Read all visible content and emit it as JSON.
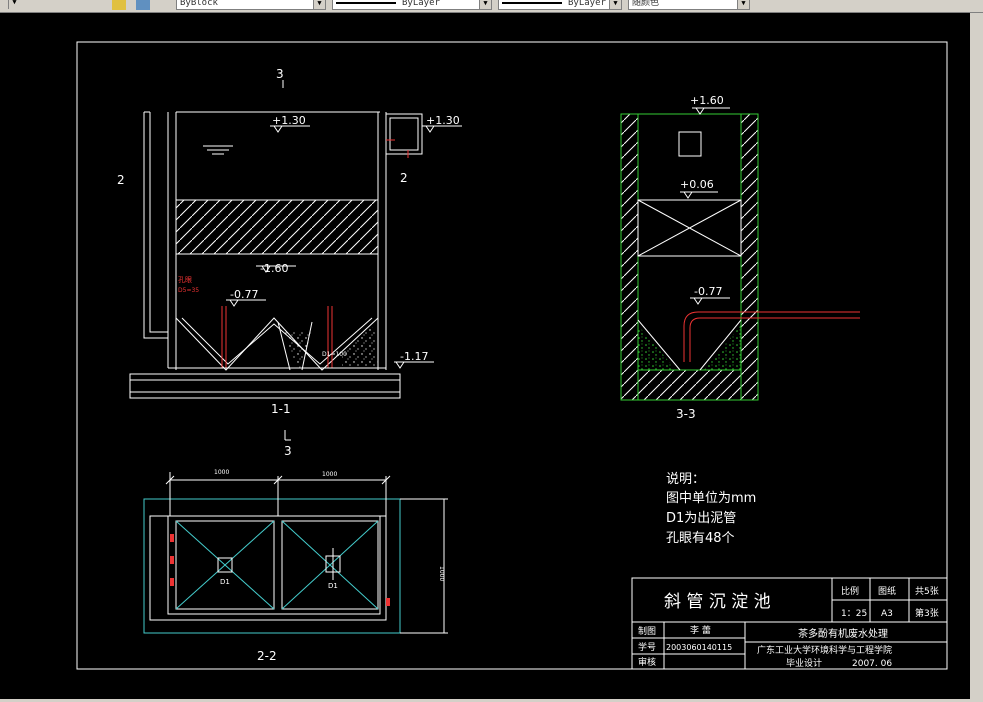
{
  "toolbar": {
    "block_value": "ByBlock",
    "linetype_value": "ByLayer",
    "lineweight_value": "ByLayer",
    "color_value": "随颜色"
  },
  "drawing": {
    "view_1_1": {
      "section_mark_top": "3",
      "section_mark_left": "2",
      "section_mark_right": "2",
      "elev_water": "+1.30",
      "elev_outlet": "+1.30",
      "elev_tube_bottom": "-1.60",
      "elev_hopper": "-0.77",
      "elev_bottom": "-1.17",
      "hole_note_1": "孔眼",
      "hole_note_2": "D5=35",
      "pipe_note": "D1=100",
      "title": "1-1",
      "section_mark_bottom": "3"
    },
    "view_3_3": {
      "elev_top": "+1.60",
      "elev_mid": "+0.06",
      "elev_low": "-0.77",
      "title": "3-3"
    },
    "view_2_2": {
      "dim_left": "1000",
      "dim_right": "1000",
      "dim_height": "1000",
      "label_d1_left": "D1",
      "label_d1_right": "D1",
      "title": "2-2"
    },
    "notes": {
      "line1": "说明：",
      "line2": "图中单位为mm",
      "line3": "D1为出泥管",
      "line4": "孔眼有48个"
    },
    "title_block": {
      "drawing_name": "斜 管 沉 淀 池",
      "scale_label": "比例",
      "scale_value": "1：25",
      "sheet_label": "图纸",
      "sheet_value": "A3",
      "total": "共5张",
      "number": "第3张",
      "drawn_by_label": "制图",
      "drawn_by": "李 蕾",
      "student_id_label": "学号",
      "student_id": "2003060140115",
      "reviewer_label": "审核",
      "project": "茶多酚有机废水处理",
      "school": "广东工业大学环境科学与工程学院",
      "design_type": "毕业设计",
      "date": "2007. 06"
    }
  }
}
